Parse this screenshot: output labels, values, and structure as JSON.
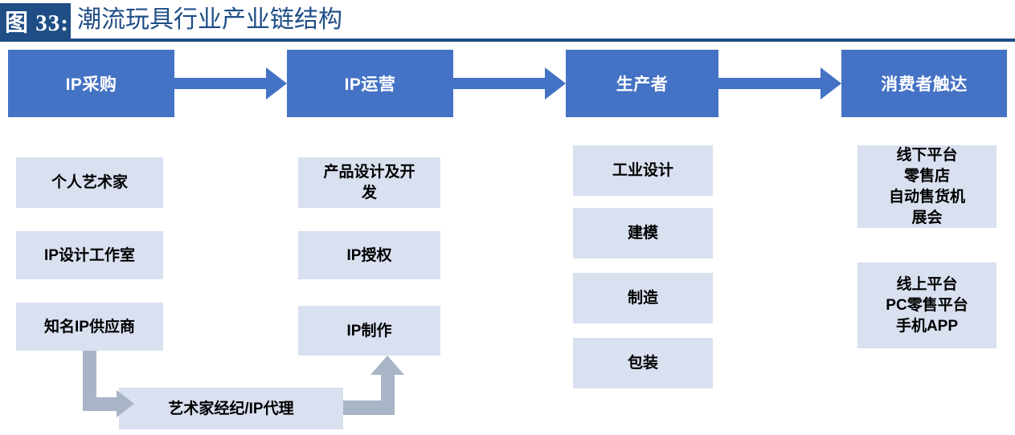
{
  "figure": {
    "tag": "图 33:",
    "title": "潮流玩具行业产业链结构",
    "accent_dark": "#1F4E87",
    "accent_blue": "#4472C4",
    "box_fill": "#D9E0F0",
    "arrow_grey": "#A9B4C6"
  },
  "stages": [
    {
      "label": "IP采购"
    },
    {
      "label": "IP运营"
    },
    {
      "label": "生产者"
    },
    {
      "label": "消费者触达"
    }
  ],
  "columns": [
    {
      "name": "ip-sourcing",
      "items": [
        {
          "label": "个人艺术家"
        },
        {
          "label": "IP设计工作室"
        },
        {
          "label": "知名IP供应商"
        }
      ]
    },
    {
      "name": "ip-operation",
      "items": [
        {
          "label": "产品设计及开\n发"
        },
        {
          "label": "IP授权"
        },
        {
          "label": "IP制作"
        }
      ]
    },
    {
      "name": "production",
      "items": [
        {
          "label": "工业设计"
        },
        {
          "label": "建模"
        },
        {
          "label": "制造"
        },
        {
          "label": "包装"
        }
      ]
    },
    {
      "name": "consumer-reach",
      "items": [
        {
          "label": "线下平台\n零售店\n自动售货机\n展会"
        },
        {
          "label": "线上平台\nPC零售平台\n手机APP"
        }
      ]
    }
  ],
  "bottom": {
    "agency_box": {
      "label": "艺术家经纪/IP代理"
    }
  }
}
